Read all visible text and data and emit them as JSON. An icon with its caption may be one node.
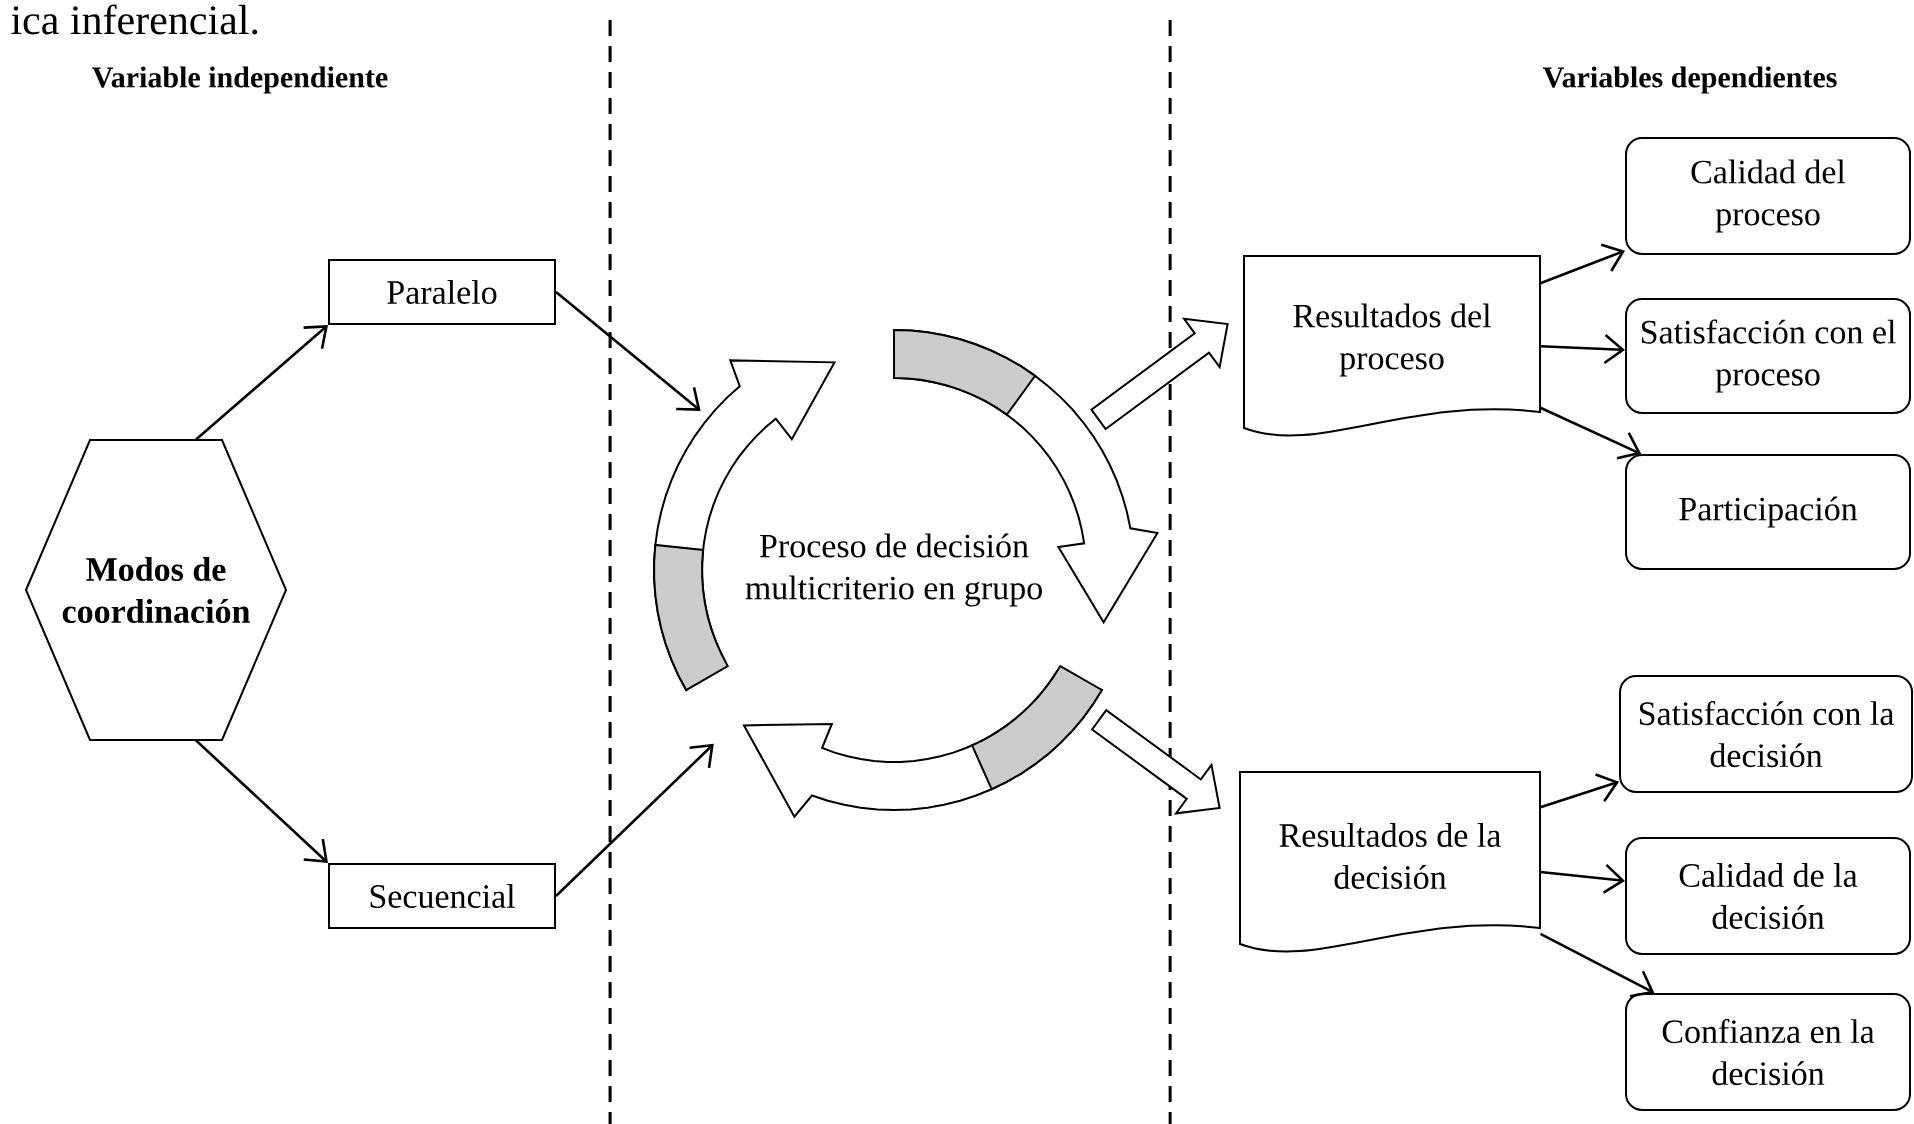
{
  "diagram": {
    "nodes": [
      {
        "text": [
          "Modos de coordinación"
        ]
      },
      {
        "text": [
          "Paralelo"
        ]
      },
      {
        "text": [
          "Secuencial"
        ]
      },
      {
        "text": [
          "Proceso de decisión multicriterio en grupo"
        ]
      },
      {
        "text": [
          "Resultados del proceso"
        ]
      },
      {
        "text": [
          "Resultados de la decisión"
        ]
      },
      {
        "text": [
          "Calidad del proceso"
        ]
      },
      {
        "text": [
          "Satisfacción con el proceso"
        ]
      },
      {
        "text": [
          "Participación"
        ]
      },
      {
        "text": [
          "Satisfacción con la decisión"
        ]
      },
      {
        "text": [
          "Calidad de la decisión"
        ]
      },
      {
        "text": [
          "Confianza en la decisión"
        ]
      }
    ],
    "edges": [
      {
        "from": 0,
        "to": 1,
        "arrow": "to"
      },
      {
        "from": 0,
        "to": 2,
        "arrow": "to"
      },
      {
        "from": 1,
        "to": 3,
        "arrow": "to"
      },
      {
        "from": 2,
        "to": 3,
        "arrow": "to"
      },
      {
        "from": 3,
        "to": 4,
        "arrow": "to",
        "style": "thick"
      },
      {
        "from": 3,
        "to": 5,
        "arrow": "to",
        "style": "thick"
      },
      {
        "from": 4,
        "to": 6,
        "arrow": "to"
      },
      {
        "from": 4,
        "to": 7,
        "arrow": "to"
      },
      {
        "from": 4,
        "to": 8,
        "arrow": "to"
      },
      {
        "from": 5,
        "to": 9,
        "arrow": "to"
      },
      {
        "from": 5,
        "to": 10,
        "arrow": "to"
      },
      {
        "from": 5,
        "to": 11,
        "arrow": "to"
      }
    ],
    "labels": [
      "ica inferencial.",
      "Variable independiente",
      "Variables dependientes"
    ]
  }
}
